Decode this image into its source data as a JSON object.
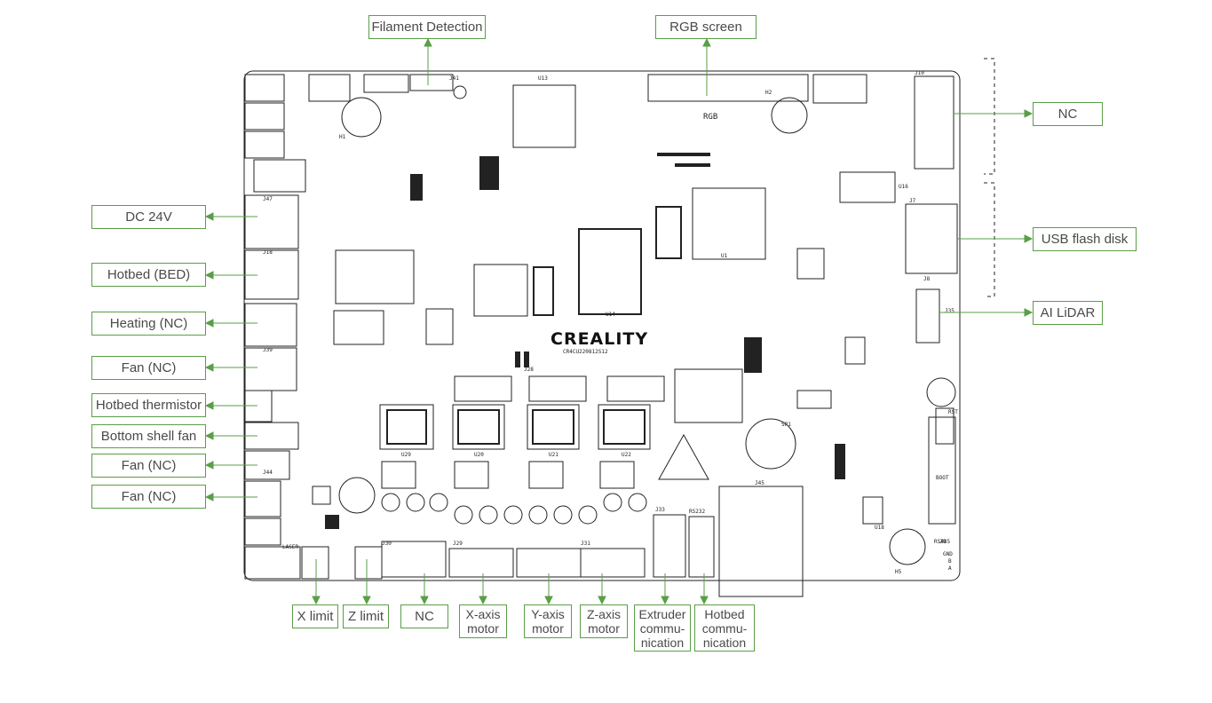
{
  "board": {
    "brand_logo": "CREALITY",
    "model_code": "CR4CU220812S12",
    "rgb_text": "RGB",
    "header_texts": [
      "J10",
      "J7",
      "J8",
      "J9",
      "J35",
      "J41",
      "J47",
      "J18",
      "J39",
      "J44",
      "J45",
      "J28",
      "J29",
      "J30",
      "J31",
      "J33",
      "U1",
      "U13",
      "U14",
      "U16",
      "U18",
      "U20",
      "U21",
      "U22",
      "U29",
      "SP1",
      "H1",
      "H2",
      "H5",
      "RST",
      "BOOT",
      "RS232",
      "RS485",
      "LASER",
      "GND",
      "B",
      "A"
    ]
  },
  "callouts": {
    "filament_detection": "Filament Detection",
    "rgb_screen": "RGB screen",
    "nc_right": "NC",
    "usb_flash_disk": "USB flash disk",
    "ai_lidar": "AI LiDAR",
    "dc_24v": "DC 24V",
    "hotbed_bed": "Hotbed (BED)",
    "heating_nc": "Heating (NC)",
    "fan_nc_1": "Fan (NC)",
    "hotbed_thermistor": "Hotbed thermistor",
    "bottom_shell_fan": "Bottom shell fan",
    "fan_nc_2": "Fan (NC)",
    "fan_nc_3": "Fan (NC)",
    "x_limit": "X limit",
    "z_limit": "Z limit",
    "nc_bottom": "NC",
    "x_axis_motor": [
      "X-axis",
      "motor"
    ],
    "y_axis_motor": [
      "Y-axis",
      "motor"
    ],
    "z_axis_motor": [
      "Z-axis",
      "motor"
    ],
    "extruder_communication": [
      "Extruder",
      "commu-",
      "nication"
    ],
    "hotbed_communication": [
      "Hotbed",
      "commu-",
      "nication"
    ]
  },
  "colors": {
    "accent_green": "#5a9e47",
    "pcb_line": "#222222",
    "label_text": "#4a4a4a"
  }
}
